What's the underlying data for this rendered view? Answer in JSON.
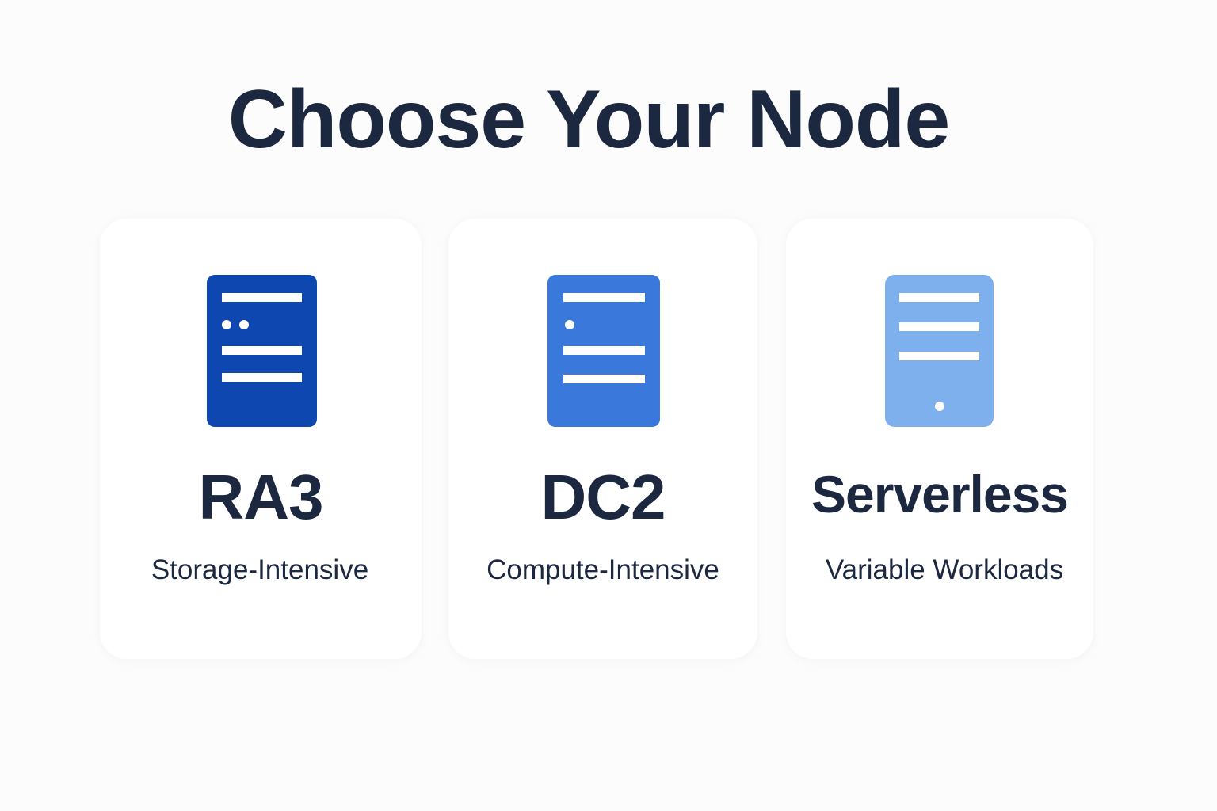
{
  "page": {
    "title": "Choose Your Node"
  },
  "nodes": [
    {
      "name": "RA3",
      "description": "Storage-Intensive",
      "icon": "server-icon",
      "color": "#0f47b0"
    },
    {
      "name": "DC2",
      "description": "Compute-Intensive",
      "icon": "server-icon",
      "color": "#3b78dc"
    },
    {
      "name": "Serverless",
      "description": "Variable Workloads",
      "icon": "server-icon",
      "color": "#7fb0ee"
    }
  ],
  "colors": {
    "text": "#1b2840",
    "background": "#fcfcfc",
    "card": "#ffffff"
  }
}
